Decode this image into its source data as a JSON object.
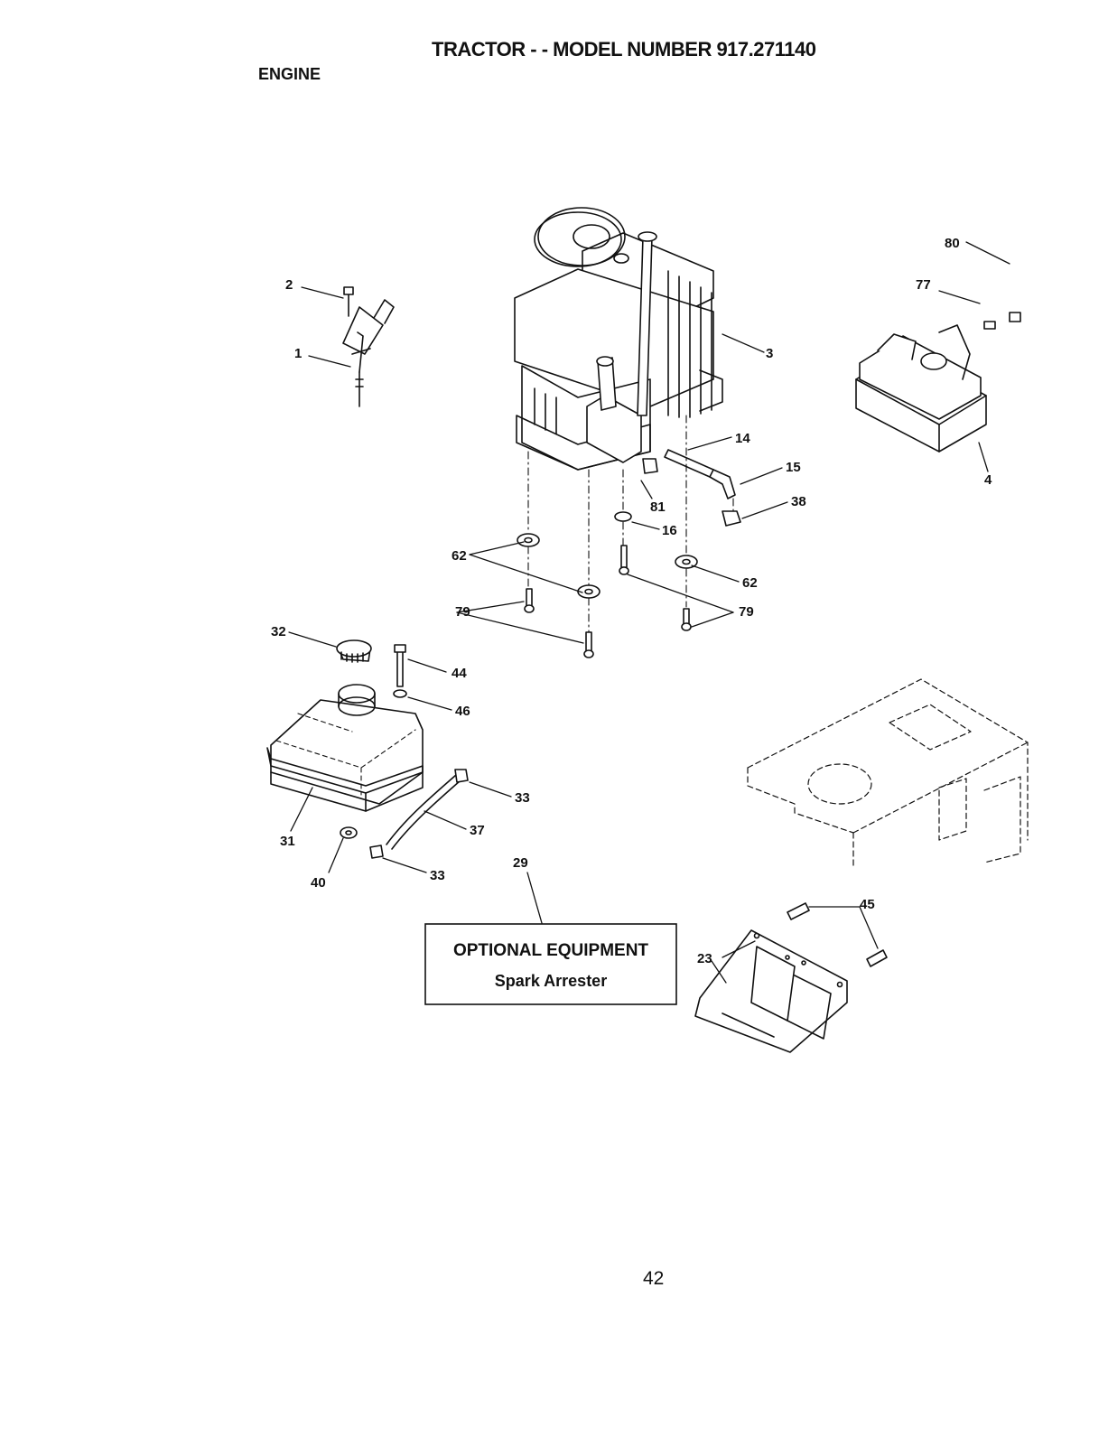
{
  "header": {
    "title": "TRACTOR - - MODEL NUMBER 917.271140",
    "section": "ENGINE"
  },
  "callouts": {
    "c1": "1",
    "c2": "2",
    "c3": "3",
    "c4": "4",
    "c14": "14",
    "c15": "15",
    "c16": "16",
    "c23": "23",
    "c29": "29",
    "c31": "31",
    "c32": "32",
    "c33a": "33",
    "c33b": "33",
    "c37": "37",
    "c38": "38",
    "c40": "40",
    "c44": "44",
    "c45": "45",
    "c46": "46",
    "c62a": "62",
    "c62b": "62",
    "c77": "77",
    "c79a": "79",
    "c79b": "79",
    "c80": "80",
    "c81": "81"
  },
  "optional_box": {
    "title": "OPTIONAL EQUIPMENT",
    "subtitle": "Spark Arrester"
  },
  "footer": {
    "page_number": "42"
  }
}
